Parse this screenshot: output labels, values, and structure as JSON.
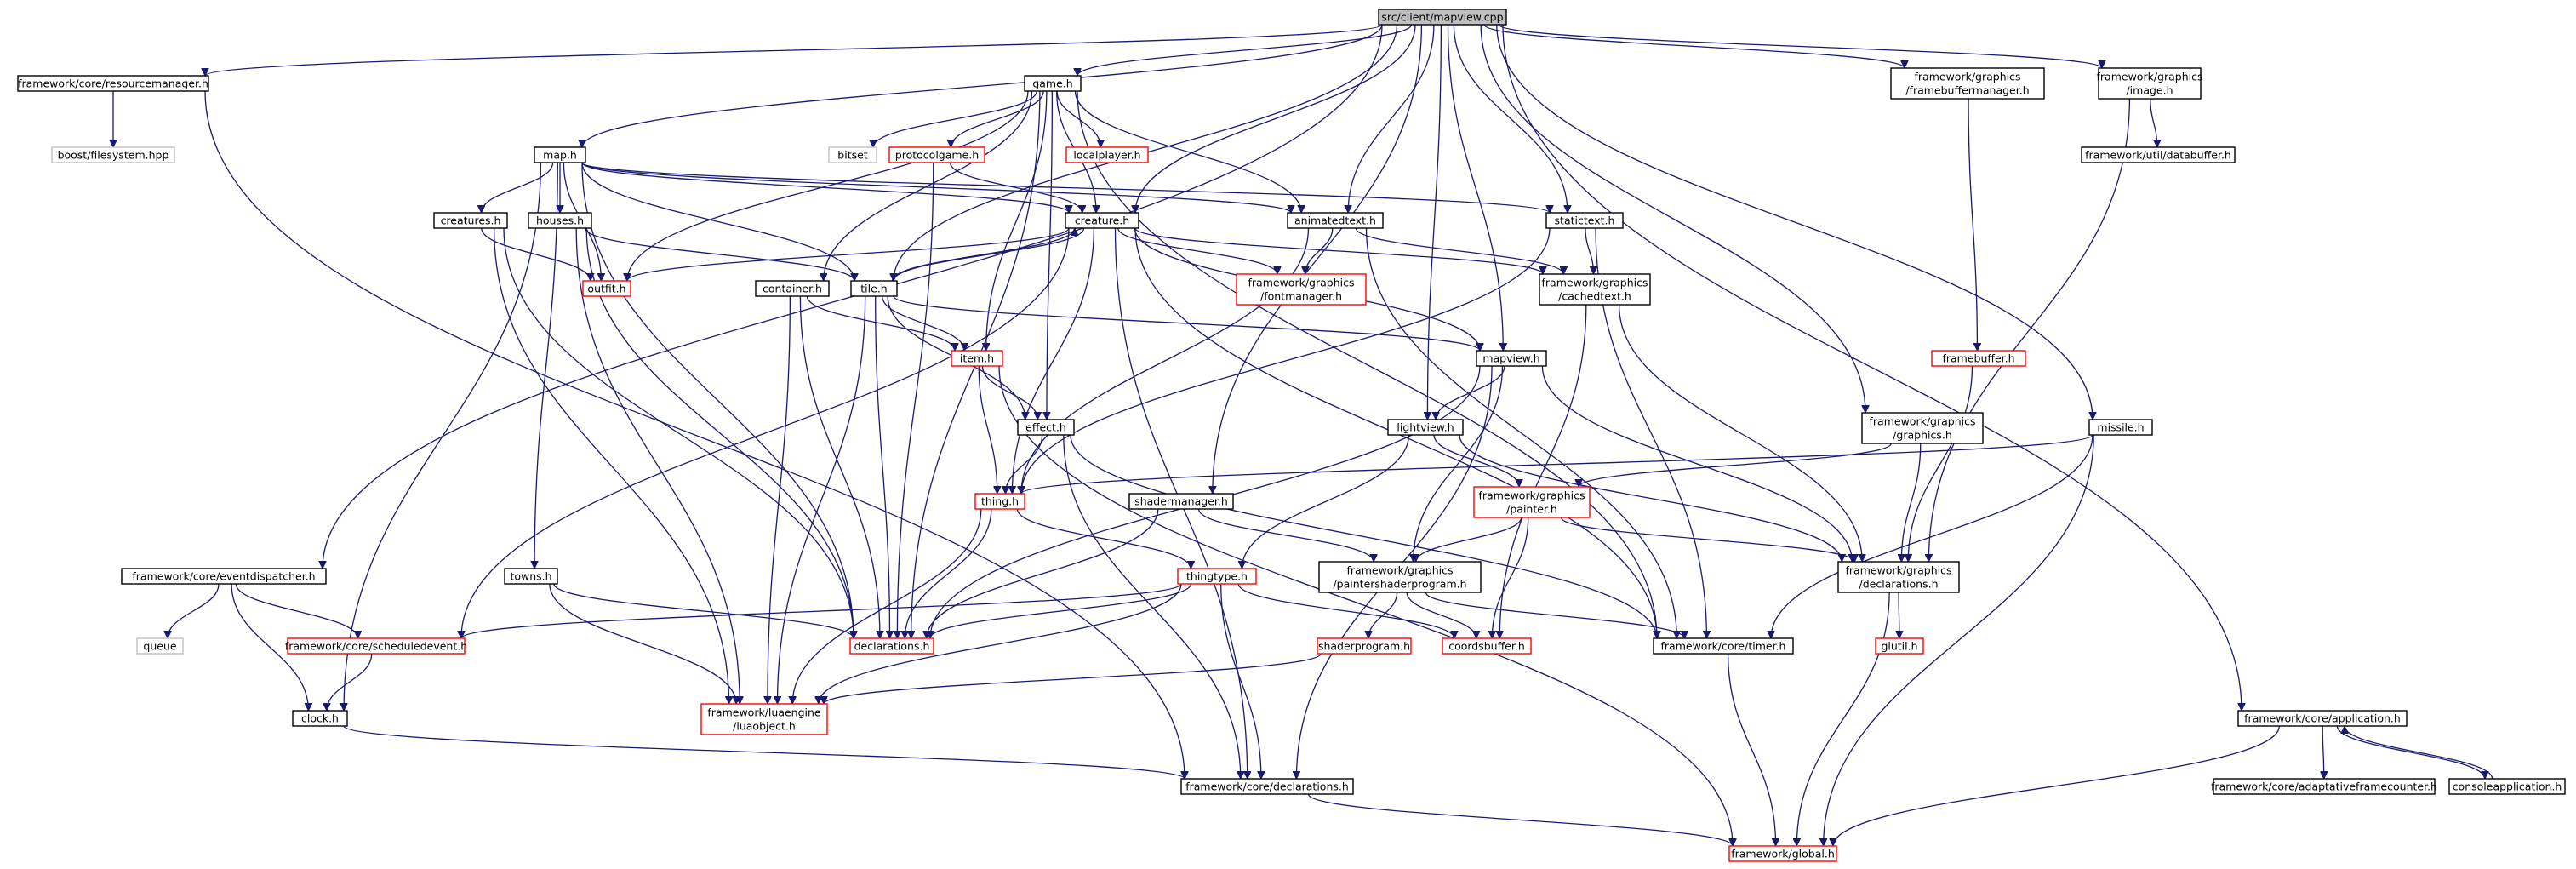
{
  "diagram": {
    "root": "src/client/mapview.cpp",
    "style": {
      "border_plain": "#000000",
      "border_red": "#ff0000",
      "border_gray": "#bfbfbf",
      "root_fill": "#bfbfbf",
      "edge_color": "#191970",
      "text_color": "#000000"
    },
    "nodes": [
      {
        "id": "mapview_cpp",
        "lines": [
          "src/client/mapview.cpp"
        ],
        "border": "root"
      },
      {
        "id": "resourcemanager",
        "lines": [
          "framework/core/resourcemanager.h"
        ],
        "border": "plain"
      },
      {
        "id": "filesystem",
        "lines": [
          "boost/filesystem.hpp"
        ],
        "border": "gray"
      },
      {
        "id": "game",
        "lines": [
          "game.h"
        ],
        "border": "plain"
      },
      {
        "id": "bitset",
        "lines": [
          "bitset"
        ],
        "border": "gray"
      },
      {
        "id": "protocolgame",
        "lines": [
          "protocolgame.h"
        ],
        "border": "red"
      },
      {
        "id": "localplayer",
        "lines": [
          "localplayer.h"
        ],
        "border": "red"
      },
      {
        "id": "framebuffermanager",
        "lines": [
          "framework/graphics",
          "/framebuffermanager.h"
        ],
        "border": "plain"
      },
      {
        "id": "image",
        "lines": [
          "framework/graphics",
          "/image.h"
        ],
        "border": "plain"
      },
      {
        "id": "databuffer",
        "lines": [
          "framework/util/databuffer.h"
        ],
        "border": "plain"
      },
      {
        "id": "map",
        "lines": [
          "map.h"
        ],
        "border": "plain"
      },
      {
        "id": "creatures",
        "lines": [
          "creatures.h"
        ],
        "border": "plain"
      },
      {
        "id": "houses",
        "lines": [
          "houses.h"
        ],
        "border": "plain"
      },
      {
        "id": "creature",
        "lines": [
          "creature.h"
        ],
        "border": "plain"
      },
      {
        "id": "animatedtext",
        "lines": [
          "animatedtext.h"
        ],
        "border": "plain"
      },
      {
        "id": "statictext",
        "lines": [
          "statictext.h"
        ],
        "border": "plain"
      },
      {
        "id": "outfit",
        "lines": [
          "outfit.h"
        ],
        "border": "red"
      },
      {
        "id": "container",
        "lines": [
          "container.h"
        ],
        "border": "plain"
      },
      {
        "id": "tile",
        "lines": [
          "tile.h"
        ],
        "border": "plain"
      },
      {
        "id": "fontmanager",
        "lines": [
          "framework/graphics",
          "/fontmanager.h"
        ],
        "border": "red"
      },
      {
        "id": "cachedtext",
        "lines": [
          "framework/graphics",
          "/cachedtext.h"
        ],
        "border": "plain"
      },
      {
        "id": "item",
        "lines": [
          "item.h"
        ],
        "border": "red"
      },
      {
        "id": "mapview_h",
        "lines": [
          "mapview.h"
        ],
        "border": "plain"
      },
      {
        "id": "framebuffer",
        "lines": [
          "framebuffer.h"
        ],
        "border": "red"
      },
      {
        "id": "effect",
        "lines": [
          "effect.h"
        ],
        "border": "plain"
      },
      {
        "id": "lightview",
        "lines": [
          "lightview.h"
        ],
        "border": "plain"
      },
      {
        "id": "graphics",
        "lines": [
          "framework/graphics",
          "/graphics.h"
        ],
        "border": "plain"
      },
      {
        "id": "missile",
        "lines": [
          "missile.h"
        ],
        "border": "plain"
      },
      {
        "id": "thing",
        "lines": [
          "thing.h"
        ],
        "border": "red"
      },
      {
        "id": "shadermanager",
        "lines": [
          "shadermanager.h"
        ],
        "border": "plain"
      },
      {
        "id": "painter",
        "lines": [
          "framework/graphics",
          "/painter.h"
        ],
        "border": "red"
      },
      {
        "id": "eventdispatcher",
        "lines": [
          "framework/core/eventdispatcher.h"
        ],
        "border": "plain"
      },
      {
        "id": "towns",
        "lines": [
          "towns.h"
        ],
        "border": "plain"
      },
      {
        "id": "thingtype",
        "lines": [
          "thingtype.h"
        ],
        "border": "red"
      },
      {
        "id": "paintershaderprogram",
        "lines": [
          "framework/graphics",
          "/paintershaderprogram.h"
        ],
        "border": "plain"
      },
      {
        "id": "gfx_declarations",
        "lines": [
          "framework/graphics",
          "/declarations.h"
        ],
        "border": "plain"
      },
      {
        "id": "queue",
        "lines": [
          "queue"
        ],
        "border": "gray"
      },
      {
        "id": "scheduledevent",
        "lines": [
          "framework/core/scheduledevent.h"
        ],
        "border": "red"
      },
      {
        "id": "declarations",
        "lines": [
          "declarations.h"
        ],
        "border": "red"
      },
      {
        "id": "shaderprogram",
        "lines": [
          "shaderprogram.h"
        ],
        "border": "red"
      },
      {
        "id": "coordsbuffer",
        "lines": [
          "coordsbuffer.h"
        ],
        "border": "red"
      },
      {
        "id": "timer",
        "lines": [
          "framework/core/timer.h"
        ],
        "border": "plain"
      },
      {
        "id": "glutil",
        "lines": [
          "glutil.h"
        ],
        "border": "red"
      },
      {
        "id": "clock",
        "lines": [
          "clock.h"
        ],
        "border": "plain"
      },
      {
        "id": "luaobject",
        "lines": [
          "framework/luaengine",
          "/luaobject.h"
        ],
        "border": "red"
      },
      {
        "id": "application",
        "lines": [
          "framework/core/application.h"
        ],
        "border": "plain"
      },
      {
        "id": "core_declarations",
        "lines": [
          "framework/core/declarations.h"
        ],
        "border": "plain"
      },
      {
        "id": "adaptativeframecounter",
        "lines": [
          "framework/core/adaptativeframecounter.h"
        ],
        "border": "plain"
      },
      {
        "id": "consoleapplication",
        "lines": [
          "consoleapplication.h"
        ],
        "border": "plain"
      },
      {
        "id": "global",
        "lines": [
          "framework/global.h"
        ],
        "border": "red"
      }
    ]
  }
}
